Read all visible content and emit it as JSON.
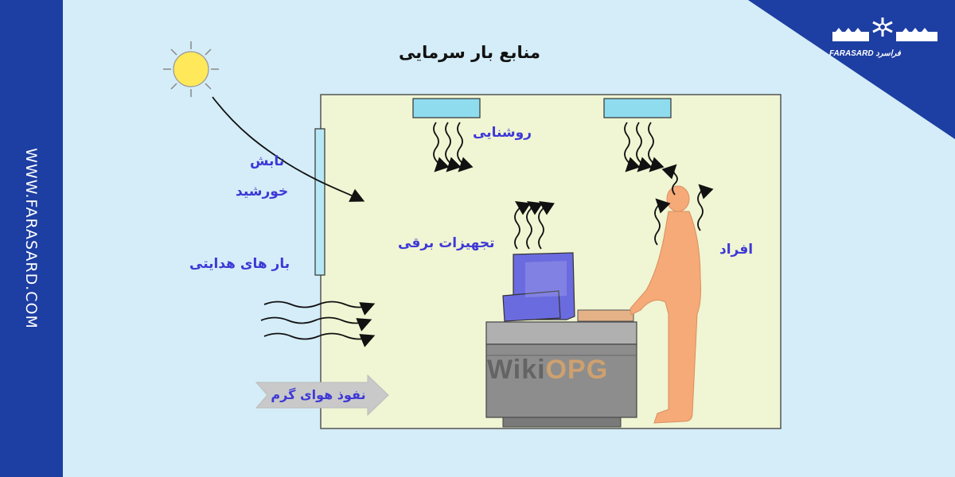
{
  "diagram": {
    "title": "منابع بار سرمایی",
    "labels": {
      "lighting": "روشنایی",
      "solar_line1": "تابش",
      "solar_line2": "خورشید",
      "conduction": "بار های هدایتی",
      "equipment": "تجهیزات برقی",
      "people": "افراد",
      "infiltration": "نفوذ هوای گرم"
    }
  },
  "watermark": {
    "part1": "Wiki",
    "part2": "OPG"
  },
  "branding": {
    "website": "WWW.FARASARD.COM",
    "logo_text": "FARASARD فراسرد",
    "logo_icon": "snowflake-gear-icon"
  },
  "colors": {
    "background": "#d4edf8",
    "accent_blue": "#1d3ea2",
    "room_fill": "#f0f5d3",
    "label_blue": "#3e39d6",
    "person": "#f5aa78",
    "sun": "#ffe95a",
    "computer": "#6b6be0",
    "cabinet": "#8d8d8d",
    "light_fixture": "#8fdcef"
  }
}
